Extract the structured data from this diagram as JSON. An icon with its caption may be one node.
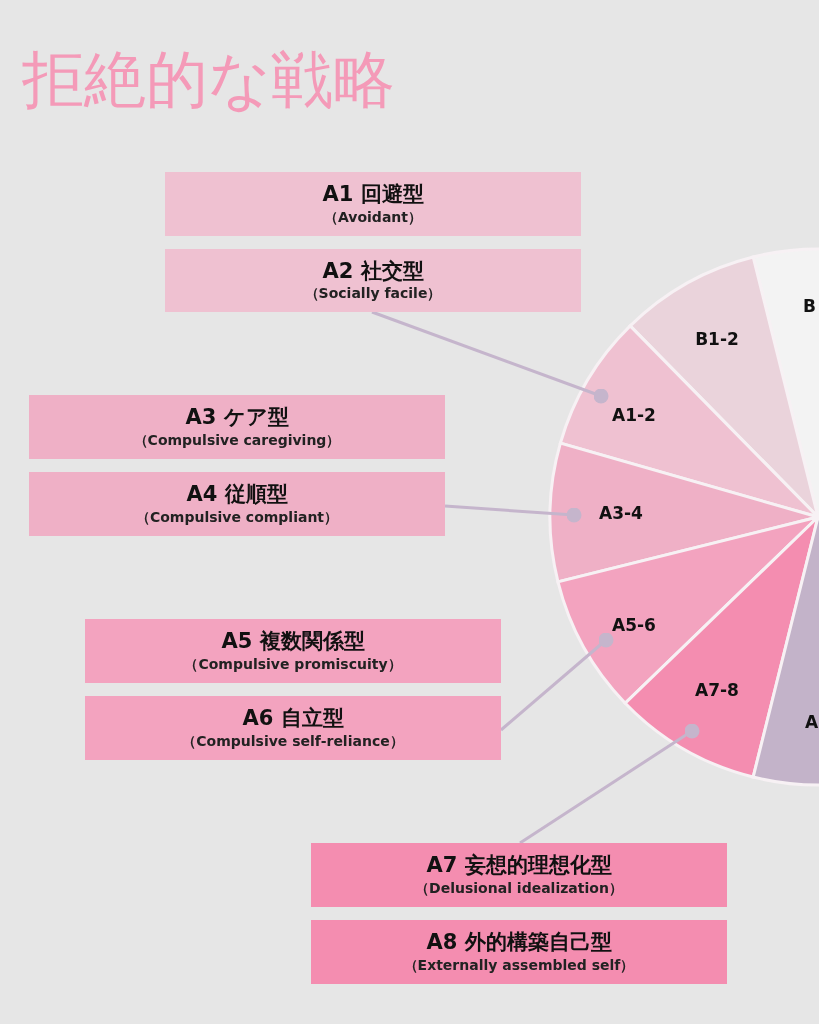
{
  "diagram": {
    "title": "拒絶的な戦略",
    "nodes": [
      {
        "text": [
          "A1 回避型",
          "（Avoidant）"
        ]
      },
      {
        "text": [
          "A2 社交型",
          "（Socially facile）"
        ]
      },
      {
        "text": [
          "A3 ケア型",
          "（Compulsive caregiving）"
        ]
      },
      {
        "text": [
          "A4 従順型",
          "（Compulsive compliant）"
        ]
      },
      {
        "text": [
          "A5 複数関係型",
          "（Compulsive promiscuity）"
        ]
      },
      {
        "text": [
          "A6 自立型",
          "（Compulsive self-reliance）"
        ]
      },
      {
        "text": [
          "A7 妄想的理想化型",
          "（Delusional idealization）"
        ]
      },
      {
        "text": [
          "A8 外的構築自己型",
          "（Externally assembled self）"
        ]
      },
      {
        "text": [
          "B"
        ]
      },
      {
        "text": [
          "B1-2"
        ]
      },
      {
        "text": [
          "A1-2"
        ]
      },
      {
        "text": [
          "A3-4"
        ]
      },
      {
        "text": [
          "A5-6"
        ]
      },
      {
        "text": [
          "A7-8"
        ]
      },
      {
        "text": [
          "A"
        ]
      }
    ],
    "edges": [
      {
        "from": 1,
        "to": 10,
        "arrow": "other"
      },
      {
        "from": 3,
        "to": 11,
        "arrow": "other"
      },
      {
        "from": 5,
        "to": 12,
        "arrow": "other"
      },
      {
        "from": 6,
        "to": 13,
        "arrow": "other"
      }
    ]
  }
}
